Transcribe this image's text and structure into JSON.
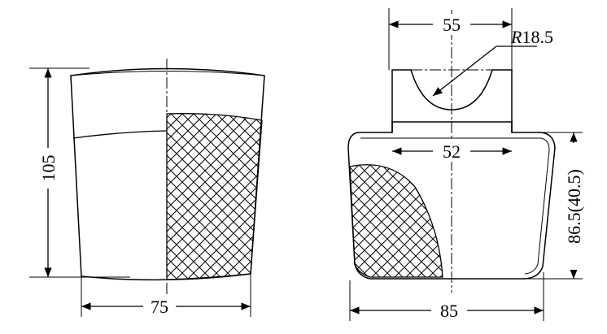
{
  "drawing": {
    "left_view": {
      "height_dim": "105",
      "width_dim": "75"
    },
    "right_view": {
      "top_width_dim": "55",
      "radius_prefix": "R",
      "radius_value": "18.5",
      "inner_width_dim": "52",
      "bottom_width_dim": "85",
      "side_height_dim": "86.5(40.5)"
    },
    "colors": {
      "stroke": "#000000",
      "background": "#ffffff"
    }
  }
}
